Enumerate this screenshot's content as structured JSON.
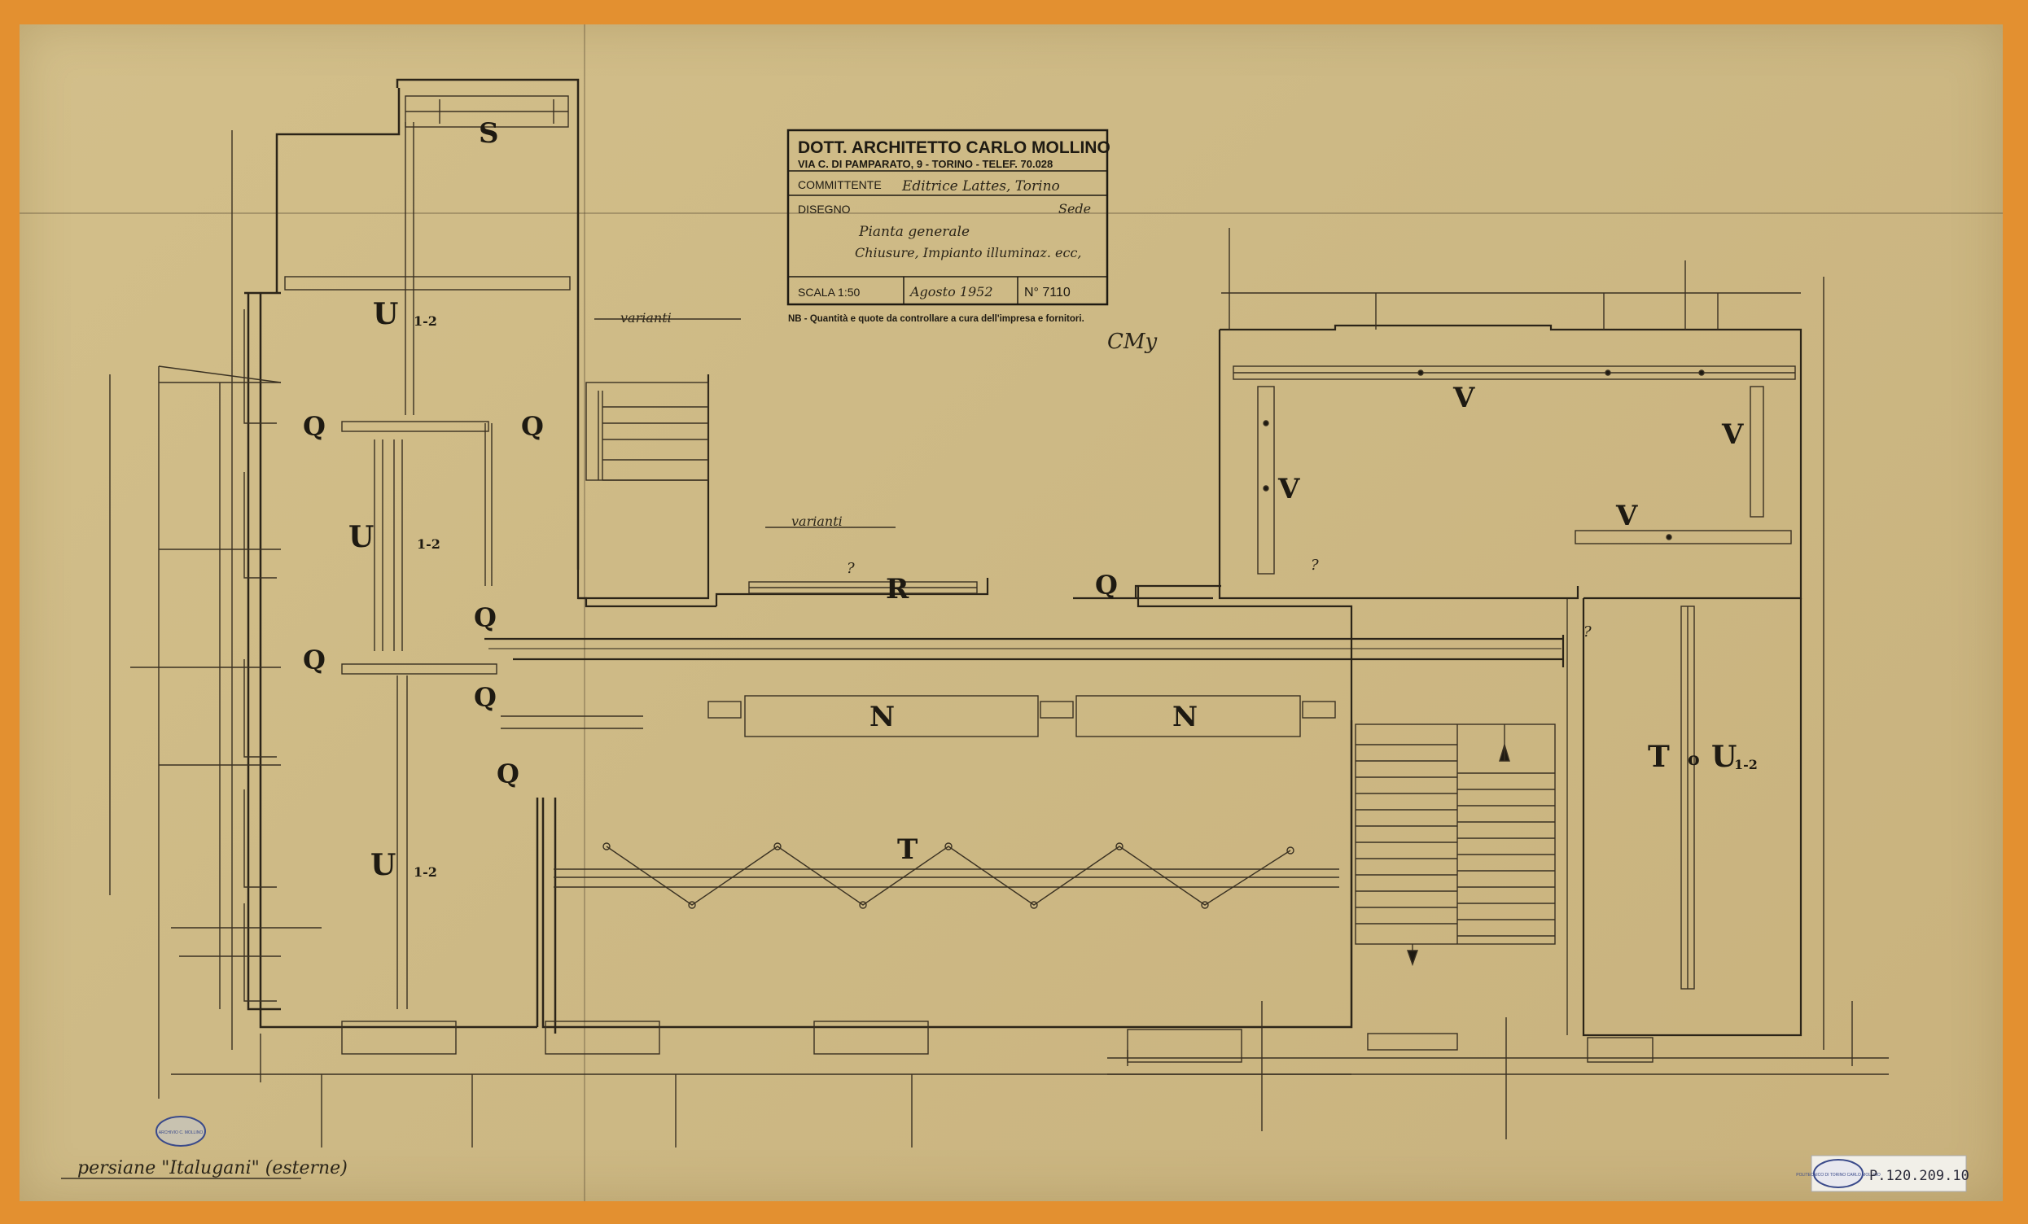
{
  "title_block": {
    "line1": "DOTT. ARCHITETTO CARLO MOLLINO",
    "line2": "VIA C. DI PAMPARATO, 9 - TORINO - TELEF. 70.028",
    "committente_label": "COMMITTENTE",
    "committente_value": "Editrice Lattes, Torino",
    "disegno_label": "DISEGNO",
    "sede": "Sede",
    "disegno_line1": "Pianta generale",
    "disegno_line2": "Chiusure, Impianto illuminaz. ecc,",
    "scala": "SCALA 1:50",
    "data": "Agosto 1952",
    "numero": "N° 7110",
    "nb": "NB - Quantità e quote da controllare a cura dell'impresa e fornitori."
  },
  "annotations": {
    "initials": "CMy",
    "varianti_1": "varianti",
    "varianti_2": "varianti",
    "question": "?",
    "bottom_note": "persiane \"Italugani\" (esterne)",
    "archive_code": "P.120.209.10",
    "stamp_left": "ARCHIVIO C. MOLLINO",
    "stamp_right": "POLITECNICO DI TORINO CARLO MOLLINO"
  },
  "labels": {
    "S": "S",
    "U": "U",
    "Q": "Q",
    "R": "R",
    "N": "N",
    "T": "T",
    "V": "V",
    "sub_1_2": "1-2",
    "dot": "o"
  }
}
